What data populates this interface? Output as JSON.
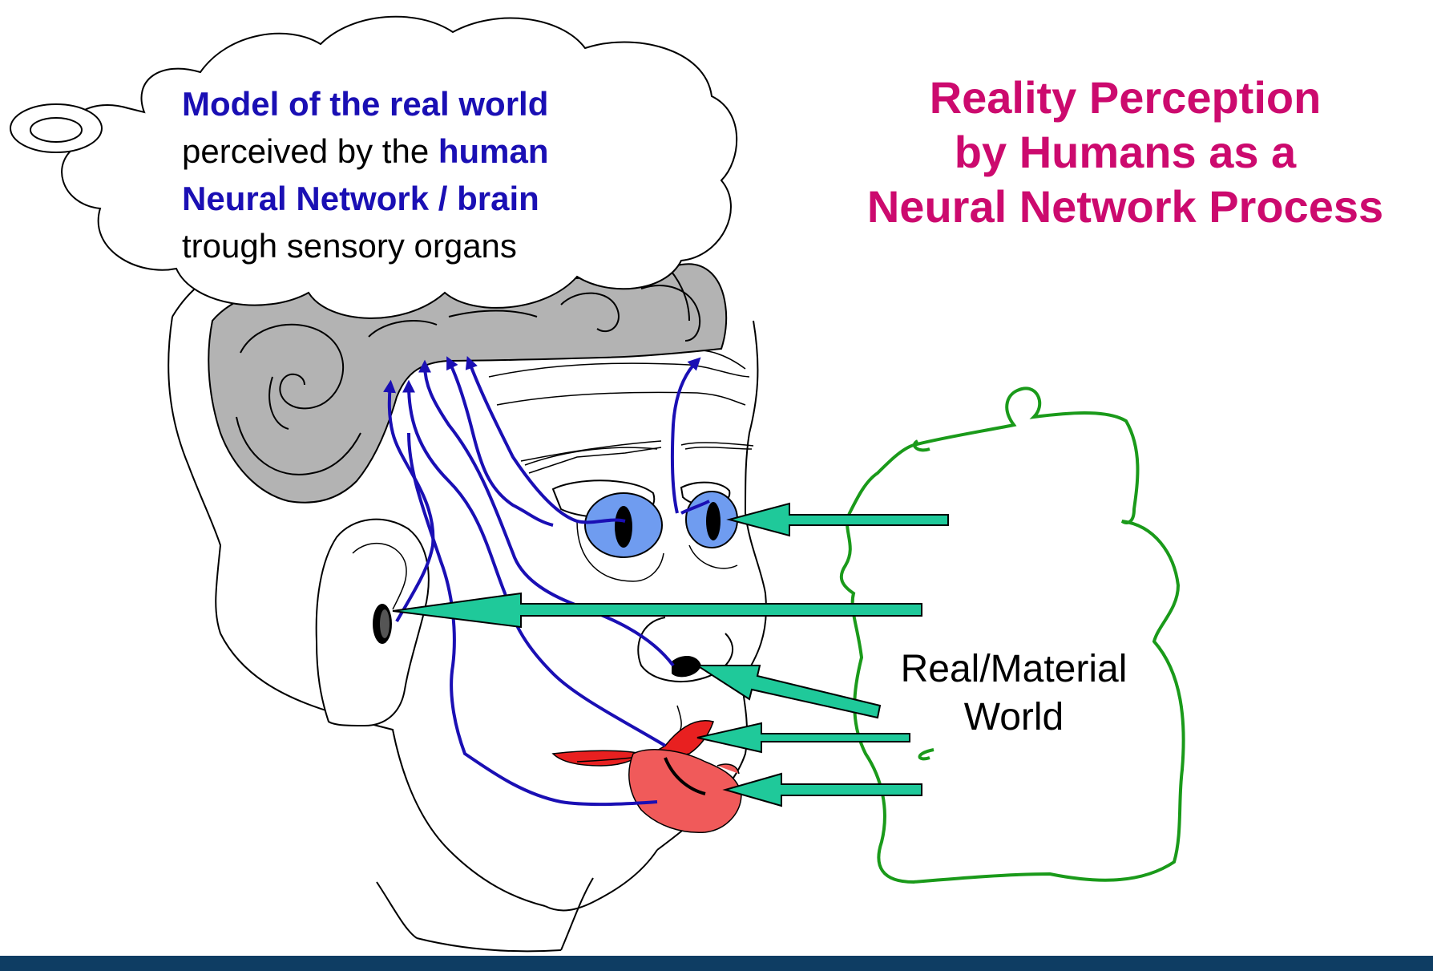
{
  "title": {
    "lines": [
      "Reality Perception",
      "by Humans as a",
      "Neural Network Process"
    ],
    "color": "#cc0a6e"
  },
  "thought_bubble": {
    "line1": {
      "bold": "Model of the real world"
    },
    "line2": {
      "plain": "perceived by the ",
      "bold": "human"
    },
    "line3": {
      "bold": "Neural Network / brain"
    },
    "line4": {
      "plain": "trough  sensory organs"
    },
    "highlight_color": "#1a0fb4"
  },
  "world": {
    "label_lines": [
      "Real/Material",
      "World"
    ],
    "outline_color": "#1a9a1a"
  },
  "senses": [
    {
      "name": "sight",
      "icon": "eye-icon"
    },
    {
      "name": "hearing",
      "icon": "ear-icon"
    },
    {
      "name": "smell",
      "icon": "nose-icon"
    },
    {
      "name": "taste",
      "icon": "mouth-icon"
    },
    {
      "name": "touch",
      "icon": "tongue-icon"
    }
  ],
  "colors": {
    "brain": "#b3b3b3",
    "nerve": "#1a0fb4",
    "sense_arrow": "#1fc99a",
    "eye": "#6f9cf0",
    "lips": "#e82020",
    "tongue": "#f05a5a",
    "footer": "#0e3d63"
  }
}
